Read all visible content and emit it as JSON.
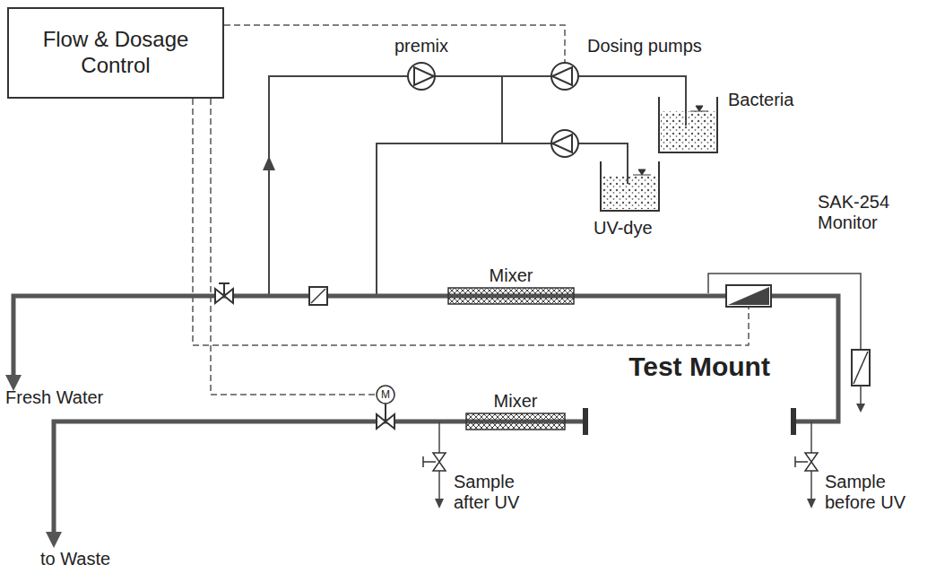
{
  "diagram": {
    "nodes": [
      {
        "text": [
          "Flow & Dosage Control"
        ]
      }
    ],
    "labels": [
      "premix",
      "Dosing pumps",
      "Bacteria",
      "UV-dye",
      "SAK-254 Monitor",
      "Mixer",
      "Test Mount",
      "Fresh Water",
      "M",
      "Mixer",
      "Sample after UV",
      "Sample before UV",
      "to Waste"
    ]
  }
}
